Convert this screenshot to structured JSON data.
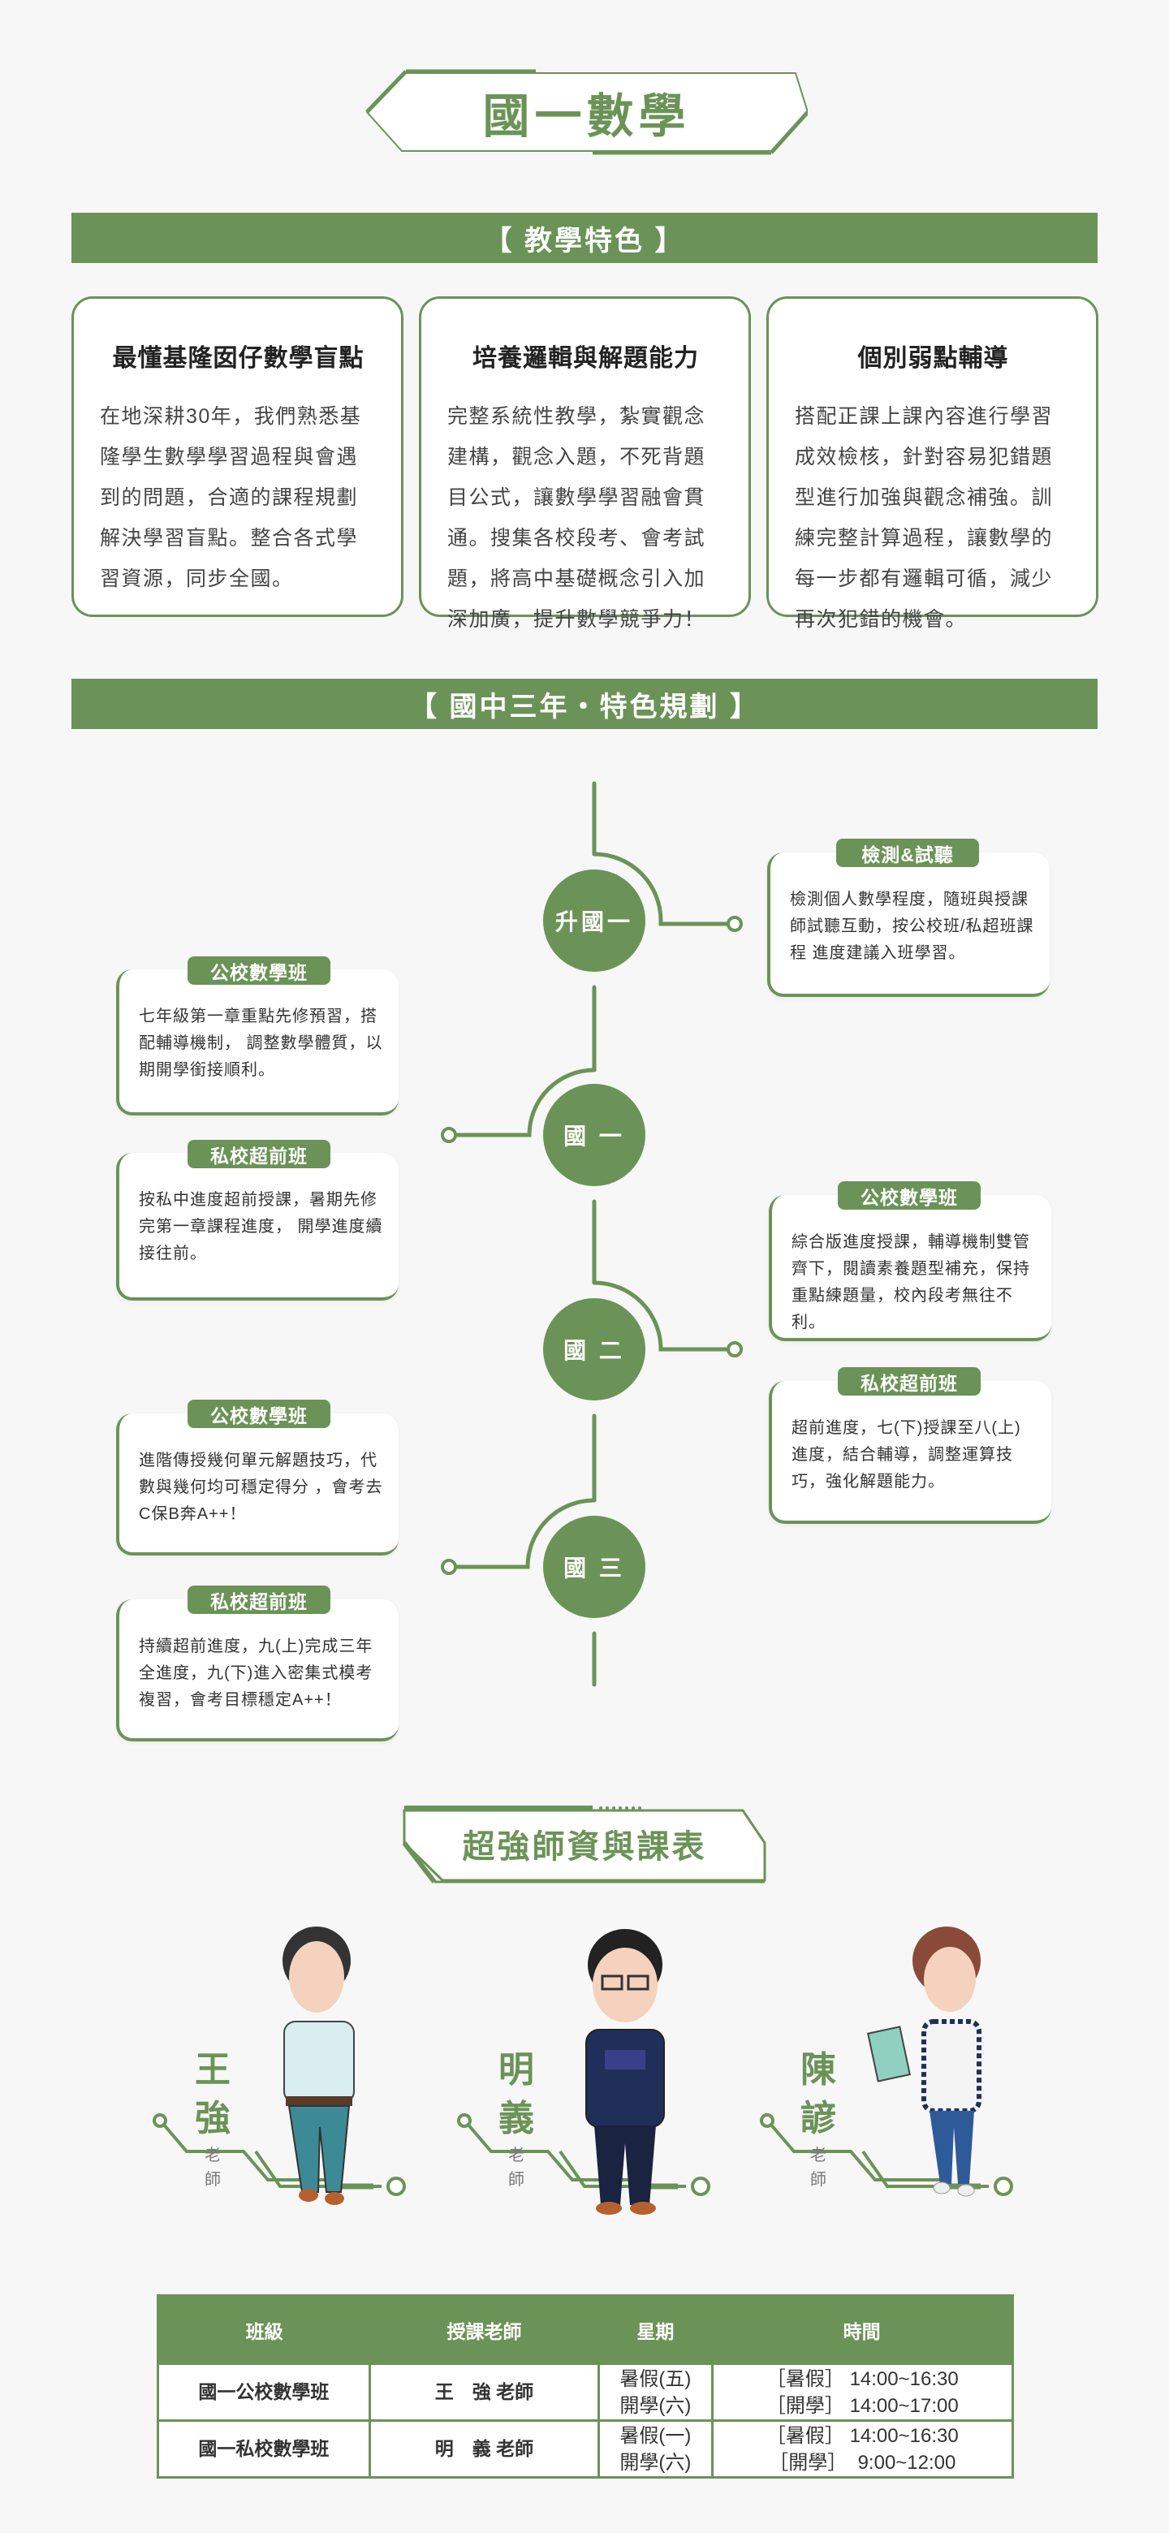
{
  "page_title": "國一數學",
  "features": {
    "banner": "【  教學特色  】",
    "cards": [
      {
        "title": "最懂基隆囡仔數學盲點",
        "body": "在地深耕30年，我們熟悉基隆學生數學學習過程與會遇到的問題，合適的課程規劃解決學習盲點。整合各式學習資源，同步全國。"
      },
      {
        "title": "培養邏輯與解題能力",
        "body": "完整系統性教學，紮實觀念建構，觀念入題，不死背題目公式，讓數學學習融會貫通。搜集各校段考、會考試題，將高中基礎概念引入加深加廣，提升數學競爭力！"
      },
      {
        "title": "個別弱點輔導",
        "body": "搭配正課上課內容進行學習成效檢核，針對容易犯錯題型進行加強與觀念補強。訓練完整計算過程，讓數學的每一步都有邏輯可循，減少再次犯錯的機會。"
      }
    ]
  },
  "plan": {
    "banner": "【 國中三年・特色規劃 】",
    "nodes": [
      "升國一",
      "國 一",
      "國 二",
      "國 三"
    ],
    "cards": [
      {
        "label": "檢測&試聽",
        "body": "檢測個人數學程度，隨班與授課師試聽互動，按公校班/私超班課程 進度建議入班學習。"
      },
      {
        "label": "公校數學班",
        "body": "七年級第一章重點先修預習，搭配輔導機制， 調整數學體質，以期開學銜接順利。"
      },
      {
        "label": "私校超前班",
        "body": "按私中進度超前授課，暑期先修完第一章課程進度， 開學進度續接往前。"
      },
      {
        "label": "公校數學班",
        "body": "綜合版進度授課，輔導機制雙管齊下，閱讀素養題型補充，保持重點練題量，校內段考無往不利。"
      },
      {
        "label": "私校超前班",
        "body": "超前進度，七(下)授課至八(上)進度，結合輔導，調整運算技巧，強化解題能力。"
      },
      {
        "label": "公校數學班",
        "body": "進階傳授幾何單元解題技巧，代數與幾何均可穩定得分 ，會考去C保B奔A++！"
      },
      {
        "label": "私校超前班",
        "body": "持續超前進度，九(上)完成三年全進度，九(下)進入密集式模考複習，會考目標穩定A++！"
      }
    ]
  },
  "teachers": {
    "heading": "超強師資與課表",
    "list": [
      {
        "name1": "王",
        "name2": "強",
        "sub1": "老",
        "sub2": "師"
      },
      {
        "name1": "明",
        "name2": "義",
        "sub1": "老",
        "sub2": "師"
      },
      {
        "name1": "陳",
        "name2": "諺",
        "sub1": "老",
        "sub2": "師"
      }
    ]
  },
  "schedule": {
    "headers": [
      "班級",
      "授課老師",
      "星期",
      "時間"
    ],
    "rows": [
      {
        "class": "國一公校數學班",
        "teacher": "王　強 老師",
        "day1": "暑假(五)",
        "day2": "開學(六)",
        "time1": "［暑假］ 14:00~16:30",
        "time2": "［開學］ 14:00~17:00"
      },
      {
        "class": "國一私校數學班",
        "teacher": "明　義 老師",
        "day1": "暑假(一)",
        "day2": "開學(六)",
        "time1": "［暑假］ 14:00~16:30",
        "time2": "［開學］  9:00~12:00"
      }
    ]
  },
  "colors": {
    "accent": "#6b9357",
    "background": "#f7f7f7"
  }
}
